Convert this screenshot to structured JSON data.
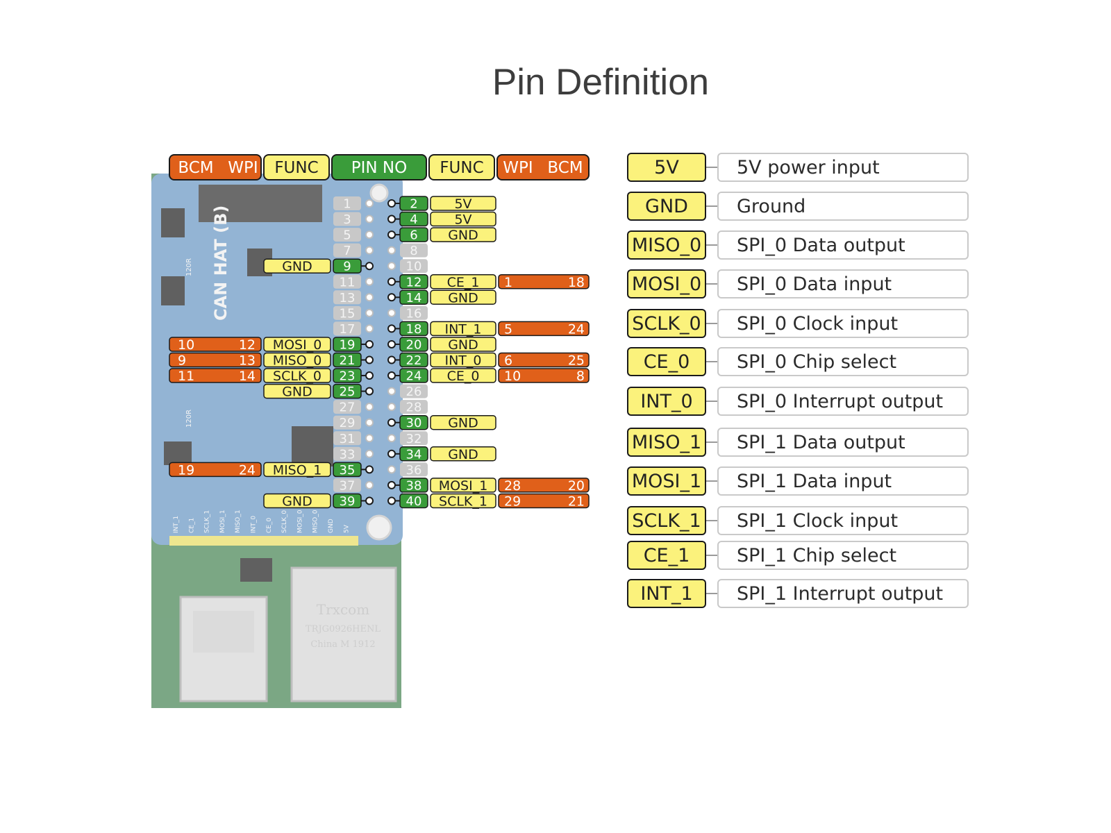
{
  "title": "Pin Definition",
  "header": [
    "BCM",
    "WPI",
    "FUNC",
    "PIN NO",
    "FUNC",
    "WPI",
    "BCM"
  ],
  "board": {
    "silkscreen_title": "CAN HAT (B)",
    "resistor_label": "120R",
    "header_labels": [
      "INT_1",
      "CE_1",
      "SCLK_1",
      "MOSI_1",
      "MISO_1",
      "INT_0",
      "CE_0",
      "SCLK_0",
      "MOSI_0",
      "MISO_0",
      "GND",
      "5V"
    ],
    "ethernet_text": [
      "Trxcom",
      "TRJG0926HENL",
      "China M 1912"
    ]
  },
  "pins": [
    {
      "left": "1",
      "right": "2",
      "rfunc": "5V"
    },
    {
      "left": "3",
      "right": "4",
      "rfunc": "5V"
    },
    {
      "left": "5",
      "right": "6",
      "rfunc": "GND"
    },
    {
      "left": "7",
      "right": "8"
    },
    {
      "left": "9",
      "right": "10",
      "lfunc": "GND"
    },
    {
      "left": "11",
      "right": "12",
      "rfunc": "CE_1",
      "rwpi": "1",
      "rbcm": "18"
    },
    {
      "left": "13",
      "right": "14",
      "rfunc": "GND"
    },
    {
      "left": "15",
      "right": "16"
    },
    {
      "left": "17",
      "right": "18",
      "rfunc": "INT_1",
      "rwpi": "5",
      "rbcm": "24"
    },
    {
      "left": "19",
      "right": "20",
      "lfunc": "MOSI_0",
      "lbcm": "10",
      "lwpi": "12",
      "rfunc": "GND"
    },
    {
      "left": "21",
      "right": "22",
      "lfunc": "MISO_0",
      "lbcm": "9",
      "lwpi": "13",
      "rfunc": "INT_0",
      "rwpi": "6",
      "rbcm": "25"
    },
    {
      "left": "23",
      "right": "24",
      "lfunc": "SCLK_0",
      "lbcm": "11",
      "lwpi": "14",
      "rfunc": "CE_0",
      "rwpi": "10",
      "rbcm": "8"
    },
    {
      "left": "25",
      "right": "26",
      "lfunc": "GND"
    },
    {
      "left": "27",
      "right": "28"
    },
    {
      "left": "29",
      "right": "30",
      "rfunc": "GND"
    },
    {
      "left": "31",
      "right": "32"
    },
    {
      "left": "33",
      "right": "34",
      "rfunc": "GND"
    },
    {
      "left": "35",
      "right": "36",
      "lfunc": "MISO_1",
      "lbcm": "19",
      "lwpi": "24"
    },
    {
      "left": "37",
      "right": "38",
      "rfunc": "MOSI_1",
      "rwpi": "28",
      "rbcm": "20"
    },
    {
      "left": "39",
      "right": "40",
      "lfunc": "GND",
      "rfunc": "SCLK_1",
      "rwpi": "29",
      "rbcm": "21"
    }
  ],
  "legend": [
    {
      "signal": "5V",
      "desc": "5V power input"
    },
    {
      "signal": "GND",
      "desc": "Ground"
    },
    {
      "signal": "MISO_0",
      "desc": "SPI_0 Data output"
    },
    {
      "signal": "MOSI_0",
      "desc": "SPI_0 Data input"
    },
    {
      "signal": "SCLK_0",
      "desc": "SPI_0 Clock input"
    },
    {
      "signal": "CE_0",
      "desc": "SPI_0 Chip select"
    },
    {
      "signal": "INT_0",
      "desc": "SPI_0 Interrupt output"
    },
    {
      "signal": "MISO_1",
      "desc": "SPI_1 Data output"
    },
    {
      "signal": "MOSI_1",
      "desc": "SPI_1 Data input"
    },
    {
      "signal": "SCLK_1",
      "desc": "SPI_1 Clock input"
    },
    {
      "signal": "CE_1",
      "desc": "SPI_1 Chip select"
    },
    {
      "signal": "INT_1",
      "desc": "SPI_1 Interrupt output"
    }
  ],
  "colors": {
    "orange": "#e0601a",
    "yellow": "#fbf27c",
    "green": "#3a9c3a",
    "gray": "#c8c8c8",
    "board_blue": "#6f9bc6"
  }
}
